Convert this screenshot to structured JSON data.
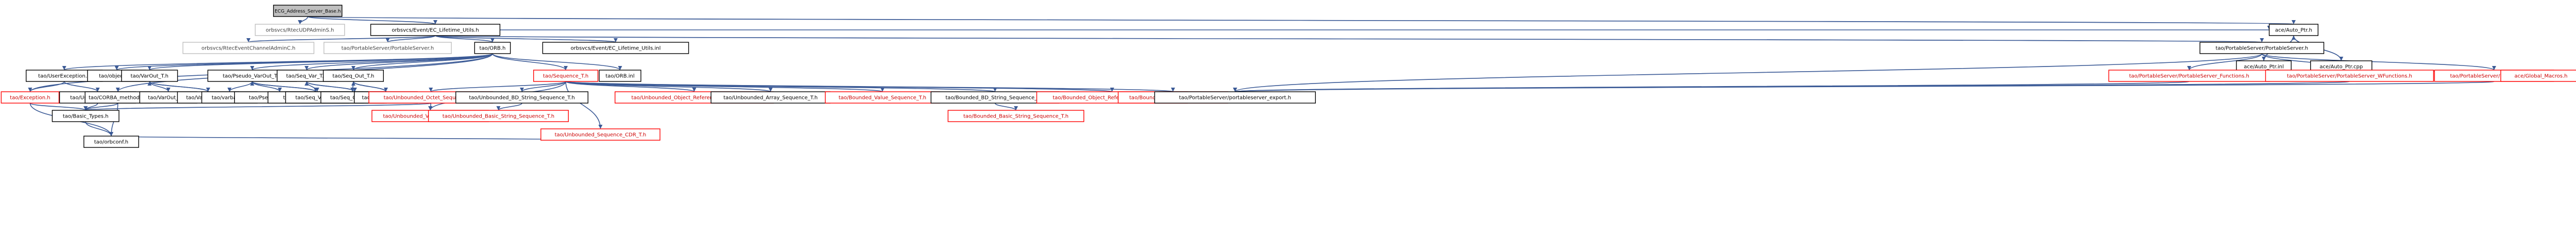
{
  "graph": {
    "root": "ECG_Address_Server_Base.h",
    "nodes": [
      {
        "id": "root",
        "label": "ECG_Address_Server_Base.h",
        "style": "root"
      },
      {
        "id": "udp_h",
        "label": "orbsvcs/RtecUDPAdminS.h",
        "style": "gray"
      },
      {
        "id": "ace_auto_ptr_h",
        "label": "ace/Auto_Ptr.h",
        "style": "normal"
      },
      {
        "id": "ec_lifetime_h",
        "label": "orbsvcs/Event/EC_Lifetime_Utils.h",
        "style": "normal"
      },
      {
        "id": "rtec_channel",
        "label": "orbsvcs/RtecEventChannelAdminC.h",
        "style": "gray"
      },
      {
        "id": "tao_ps_server",
        "label": "tao/PortableServer/PortableServer.h",
        "style": "gray"
      },
      {
        "id": "tao_orb",
        "label": "tao/ORB.h",
        "style": "normal"
      },
      {
        "id": "ec_lifetime_inl",
        "label": "orbsvcs/Event/EC_Lifetime_Utils.inl",
        "style": "normal"
      },
      {
        "id": "tao_portableserver",
        "label": "tao/PortableServer/PortableServer.h",
        "style": "normal"
      },
      {
        "id": "ace_auto_ptr_inl",
        "label": "ace/Auto_Ptr.inl",
        "style": "normal"
      },
      {
        "id": "ace_auto_ptr_cpp",
        "label": "ace/Auto_Ptr.cpp",
        "style": "normal"
      },
      {
        "id": "tao_user_exc",
        "label": "tao/UserException.h",
        "style": "normal"
      },
      {
        "id": "tao_objectid",
        "label": "tao/objectid.h",
        "style": "normal"
      },
      {
        "id": "tao_varout_t",
        "label": "tao/VarOut_T.h",
        "style": "normal"
      },
      {
        "id": "tao_pseudo_varout",
        "label": "tao/Pseudo_VarOut_T.h",
        "style": "normal"
      },
      {
        "id": "tao_seq_var",
        "label": "tao/Seq_Var_T.h",
        "style": "normal"
      },
      {
        "id": "tao_seq_out",
        "label": "tao/Seq_Out_T.h",
        "style": "normal"
      },
      {
        "id": "tao_sequence_t",
        "label": "tao/Sequence_T.h",
        "style": "red"
      },
      {
        "id": "tao_orb_inl",
        "label": "tao/ORB.inl",
        "style": "normal"
      },
      {
        "id": "ps_functions",
        "label": "tao/PortableServer/PortableServer_Functions.h",
        "style": "red"
      },
      {
        "id": "ps_wfunctions",
        "label": "tao/PortableServer/PortableServer_WFunctions.h",
        "style": "red"
      },
      {
        "id": "ps_forwarda",
        "label": "tao/PortableServer/PS_ForwardA.h",
        "style": "red"
      },
      {
        "id": "ace_global_macros",
        "label": "ace/Global_Macros.h",
        "style": "red"
      },
      {
        "id": "tao_exception",
        "label": "tao/Exception.h",
        "style": "red"
      },
      {
        "id": "tao_user_exc_inl",
        "label": "tao/UserException.inl",
        "style": "normal"
      },
      {
        "id": "tao_corba_methods",
        "label": "tao/CORBA_methods.h",
        "style": "normal"
      },
      {
        "id": "tao_varout_inl",
        "label": "tao/VarOut_T.inl",
        "style": "normal"
      },
      {
        "id": "tao_varout_cpp",
        "label": "tao/VarOut_T.cpp",
        "style": "normal"
      },
      {
        "id": "tao_varbase",
        "label": "tao/varbase.h",
        "style": "normal"
      },
      {
        "id": "tao_pseudo_varout_inl",
        "label": "tao/Pseudo_VarOut_T.inl",
        "style": "normal"
      },
      {
        "id": "tao_pseudo_varout_cpp",
        "label": "tao/Pseudo_VarOut_T.cpp",
        "style": "normal"
      },
      {
        "id": "tao_seq_var_inl",
        "label": "tao/Seq_Var_T.inl",
        "style": "normal"
      },
      {
        "id": "tao_seq_var_cpp",
        "label": "tao/Seq_Var_T.cpp",
        "style": "normal"
      },
      {
        "id": "tao_seq_out_inl",
        "label": "tao/Seq_Out_T.inl",
        "style": "normal"
      },
      {
        "id": "tao_seq_out_cpp",
        "label": "tao/Seq_Out_T.cpp",
        "style": "normal"
      },
      {
        "id": "tao_unb_octet",
        "label": "tao/Unbounded_Octet_Sequence_T.h",
        "style": "red"
      },
      {
        "id": "tao_unb_bd_string",
        "label": "tao/Unbounded_BD_String_Sequence_T.h",
        "style": "normal"
      },
      {
        "id": "tao_unb_objref",
        "label": "tao/Unbounded_Object_Reference_Sequence_T.h",
        "style": "red"
      },
      {
        "id": "tao_unb_array",
        "label": "tao/Unbounded_Array_Sequence_T.h",
        "style": "normal"
      },
      {
        "id": "tao_bnd_value",
        "label": "tao/Bounded_Value_Sequence_T.h",
        "style": "red"
      },
      {
        "id": "tao_bnd_bd_string",
        "label": "tao/Bounded_BD_String_Sequence_T.h",
        "style": "normal"
      },
      {
        "id": "tao_bnd_objref",
        "label": "tao/Bounded_Object_Reference_Sequence_T.h",
        "style": "red"
      },
      {
        "id": "tao_bnd_array",
        "label": "tao/Bounded_Array_Sequence_T.h",
        "style": "red"
      },
      {
        "id": "ps_export",
        "label": "tao/PortableServer/portableserver_export.h",
        "style": "normal"
      },
      {
        "id": "tao_basic_types",
        "label": "tao/Basic_Types.h",
        "style": "normal"
      },
      {
        "id": "tao_unb_value",
        "label": "tao/Unbounded_Value_Sequence_T.h",
        "style": "red"
      },
      {
        "id": "tao_unb_basic_string",
        "label": "tao/Unbounded_Basic_String_Sequence_T.h",
        "style": "red"
      },
      {
        "id": "tao_bnd_basic_string",
        "label": "tao/Bounded_Basic_String_Sequence_T.h",
        "style": "red"
      },
      {
        "id": "tao_unb_sequence_cdr",
        "label": "tao/Unbounded_Sequence_CDR_T.h",
        "style": "red"
      },
      {
        "id": "tao_orbconf",
        "label": "tao/orbconf.h",
        "style": "normal"
      }
    ],
    "edges": [
      [
        "root",
        "udp_h"
      ],
      [
        "root",
        "ec_lifetime_h"
      ],
      [
        "root",
        "ace_auto_ptr_h"
      ],
      [
        "ec_lifetime_h",
        "rtec_channel"
      ],
      [
        "ec_lifetime_h",
        "tao_ps_server"
      ],
      [
        "ec_lifetime_h",
        "tao_orb"
      ],
      [
        "ec_lifetime_h",
        "ec_lifetime_inl"
      ],
      [
        "ec_lifetime_h",
        "tao_portableserver"
      ],
      [
        "ec_lifetime_h",
        "ace_auto_ptr_h"
      ],
      [
        "ace_auto_ptr_h",
        "ace_auto_ptr_inl"
      ],
      [
        "ace_auto_ptr_h",
        "ace_auto_ptr_cpp"
      ],
      [
        "ace_auto_ptr_cpp",
        "ace_auto_ptr_h"
      ],
      [
        "ace_auto_ptr_inl",
        "ace_global_macros"
      ],
      [
        "tao_orb",
        "tao_user_exc"
      ],
      [
        "tao_orb",
        "tao_objectid"
      ],
      [
        "tao_orb",
        "tao_varout_t"
      ],
      [
        "tao_orb",
        "tao_pseudo_varout"
      ],
      [
        "tao_orb",
        "tao_seq_var"
      ],
      [
        "tao_orb",
        "tao_seq_out"
      ],
      [
        "tao_orb",
        "tao_sequence_t"
      ],
      [
        "tao_orb",
        "tao_orb_inl"
      ],
      [
        "tao_orb",
        "tao_corba_methods"
      ],
      [
        "tao_orb",
        "tao_exception"
      ],
      [
        "tao_user_exc",
        "tao_exception"
      ],
      [
        "tao_user_exc",
        "tao_user_exc_inl"
      ],
      [
        "tao_exception",
        "tao_basic_types"
      ],
      [
        "tao_exception",
        "tao_orbconf"
      ],
      [
        "tao_user_exc_inl",
        "tao_basic_types"
      ],
      [
        "tao_corba_methods",
        "tao_basic_types"
      ],
      [
        "tao_corba_methods",
        "tao_orbconf"
      ],
      [
        "tao_varout_t",
        "tao_varout_inl"
      ],
      [
        "tao_varout_t",
        "tao_varout_cpp"
      ],
      [
        "tao_varout_cpp",
        "tao_varout_t"
      ],
      [
        "tao_pseudo_varout",
        "tao_varbase"
      ],
      [
        "tao_pseudo_varout",
        "tao_pseudo_varout_inl"
      ],
      [
        "tao_pseudo_varout",
        "tao_pseudo_varout_cpp"
      ],
      [
        "tao_pseudo_varout_cpp",
        "tao_pseudo_varout"
      ],
      [
        "tao_seq_var",
        "tao_seq_var_inl"
      ],
      [
        "tao_seq_var",
        "tao_seq_var_cpp"
      ],
      [
        "tao_seq_var_cpp",
        "tao_seq_var"
      ],
      [
        "tao_seq_out",
        "tao_seq_out_inl"
      ],
      [
        "tao_seq_out",
        "tao_seq_out_cpp"
      ],
      [
        "tao_seq_out_cpp",
        "tao_seq_out"
      ],
      [
        "tao_sequence_t",
        "tao_unb_octet"
      ],
      [
        "tao_sequence_t",
        "tao_unb_bd_string"
      ],
      [
        "tao_sequence_t",
        "tao_unb_objref"
      ],
      [
        "tao_sequence_t",
        "tao_unb_array"
      ],
      [
        "tao_sequence_t",
        "tao_bnd_value"
      ],
      [
        "tao_sequence_t",
        "tao_bnd_bd_string"
      ],
      [
        "tao_sequence_t",
        "tao_bnd_objref"
      ],
      [
        "tao_sequence_t",
        "tao_bnd_array"
      ],
      [
        "tao_sequence_t",
        "tao_unb_value"
      ],
      [
        "tao_sequence_t",
        "tao_unb_sequence_cdr"
      ],
      [
        "tao_unb_octet",
        "tao_unb_value"
      ],
      [
        "tao_unb_octet",
        "tao_basic_types"
      ],
      [
        "tao_unb_bd_string",
        "tao_unb_basic_string"
      ],
      [
        "tao_bnd_bd_string",
        "tao_bnd_basic_string"
      ],
      [
        "tao_unb_sequence_cdr",
        "tao_orbconf"
      ],
      [
        "tao_portableserver",
        "ps_functions"
      ],
      [
        "tao_portableserver",
        "ps_wfunctions"
      ],
      [
        "tao_portableserver",
        "ps_forwarda"
      ],
      [
        "tao_portableserver",
        "ps_export"
      ],
      [
        "ps_functions",
        "ps_export"
      ],
      [
        "ps_wfunctions",
        "ps_export"
      ],
      [
        "ps_forwarda",
        "ps_export"
      ],
      [
        "tao_basic_types",
        "tao_orbconf"
      ]
    ]
  },
  "colors": {
    "edge": "#3b5a96",
    "normal_border": "#000000",
    "normal_text": "#000000",
    "normal_fill": "#ffffff",
    "gray_border": "#bfbfbf",
    "gray_text": "#404040",
    "red_border": "#ff0000",
    "red_text": "#cc0000",
    "root_fill": "#bfbfbf",
    "root_border": "#000000"
  },
  "icons": []
}
